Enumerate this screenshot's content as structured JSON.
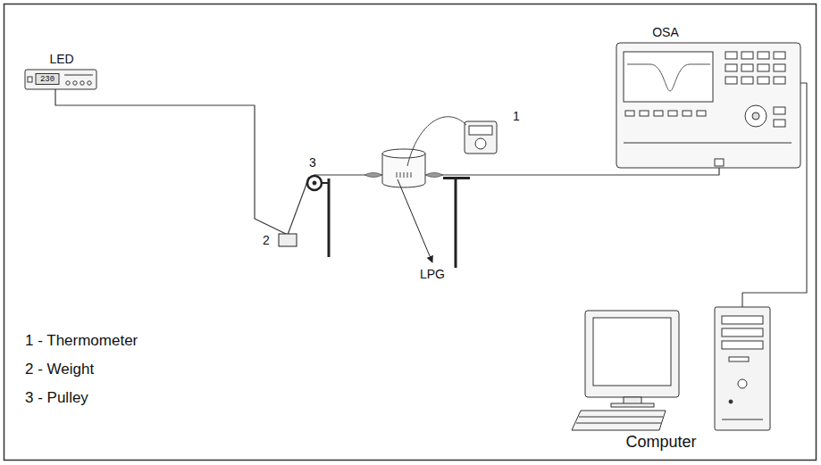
{
  "diagram": {
    "nodes": [
      {
        "text": [
          "LED",
          "230"
        ]
      },
      {
        "text": [
          "OSA"
        ]
      },
      {
        "text": [
          "Computer"
        ]
      }
    ],
    "edges": [
      {
        "from": 0,
        "to": 1,
        "arrow": "none"
      },
      {
        "from": 1,
        "to": 2,
        "arrow": "none"
      }
    ],
    "labels": [
      "1 - Thermometer",
      "2 - Weight",
      "3 - Pulley",
      "1",
      "2",
      "3",
      "LPG"
    ]
  }
}
